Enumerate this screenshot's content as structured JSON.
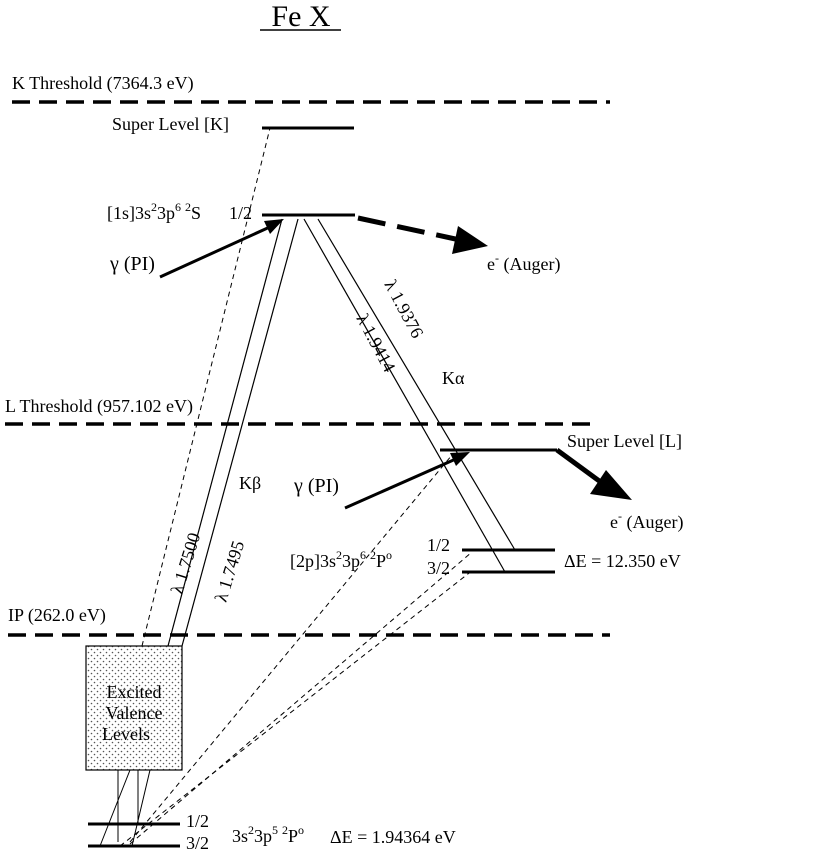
{
  "title": "Fe X",
  "thresholds": {
    "k": "K Threshold (7364.3 eV)",
    "l": "L Threshold (957.102 eV)",
    "ip": "IP (262.0 eV)"
  },
  "levels": {
    "super_k": "Super Level [K]",
    "k_config": "[1s]3s",
    "k_config_sup1": "2",
    "k_config_mid": "3p",
    "k_config_sup2": "6",
    "k_config_sup3": "2",
    "k_config_term": "S",
    "k_config_j": "1/2",
    "super_l": "Super Level [L]",
    "l_config": "[2p]3s",
    "l_config_sup1": "2",
    "l_config_mid": "3p",
    "l_config_sup2": "6",
    "l_config_sup3": "2",
    "l_config_term": "P",
    "l_config_sup4": "o",
    "l_j_upper": "1/2",
    "l_j_lower": "3/2",
    "l_delta": "ΔE = 12.350 eV",
    "ground_config": "3s",
    "ground_sup1": "2",
    "ground_mid": "3p",
    "ground_sup2": "5",
    "ground_sup3": "2",
    "ground_term": "P",
    "ground_sup4": "o",
    "ground_j_upper": "1/2",
    "ground_j_lower": "3/2",
    "ground_delta": "ΔE = 1.94364 eV",
    "excited_line1": "Excited",
    "excited_line2": "Valence",
    "excited_line3": "Levels"
  },
  "transitions": {
    "gamma_pi": "γ (PI)",
    "auger_e": "e",
    "auger_sup": "-",
    "auger_label": " (Auger)",
    "k_alpha": "Kα",
    "k_beta": "Kβ",
    "lambda_1": "λ 1.9376",
    "lambda_2": "λ 1.9414",
    "lambda_3": "λ 1.7500",
    "lambda_4": "λ 1.7495"
  },
  "colors": {
    "ink": "#000000",
    "box_fill": "#eeeeee"
  }
}
